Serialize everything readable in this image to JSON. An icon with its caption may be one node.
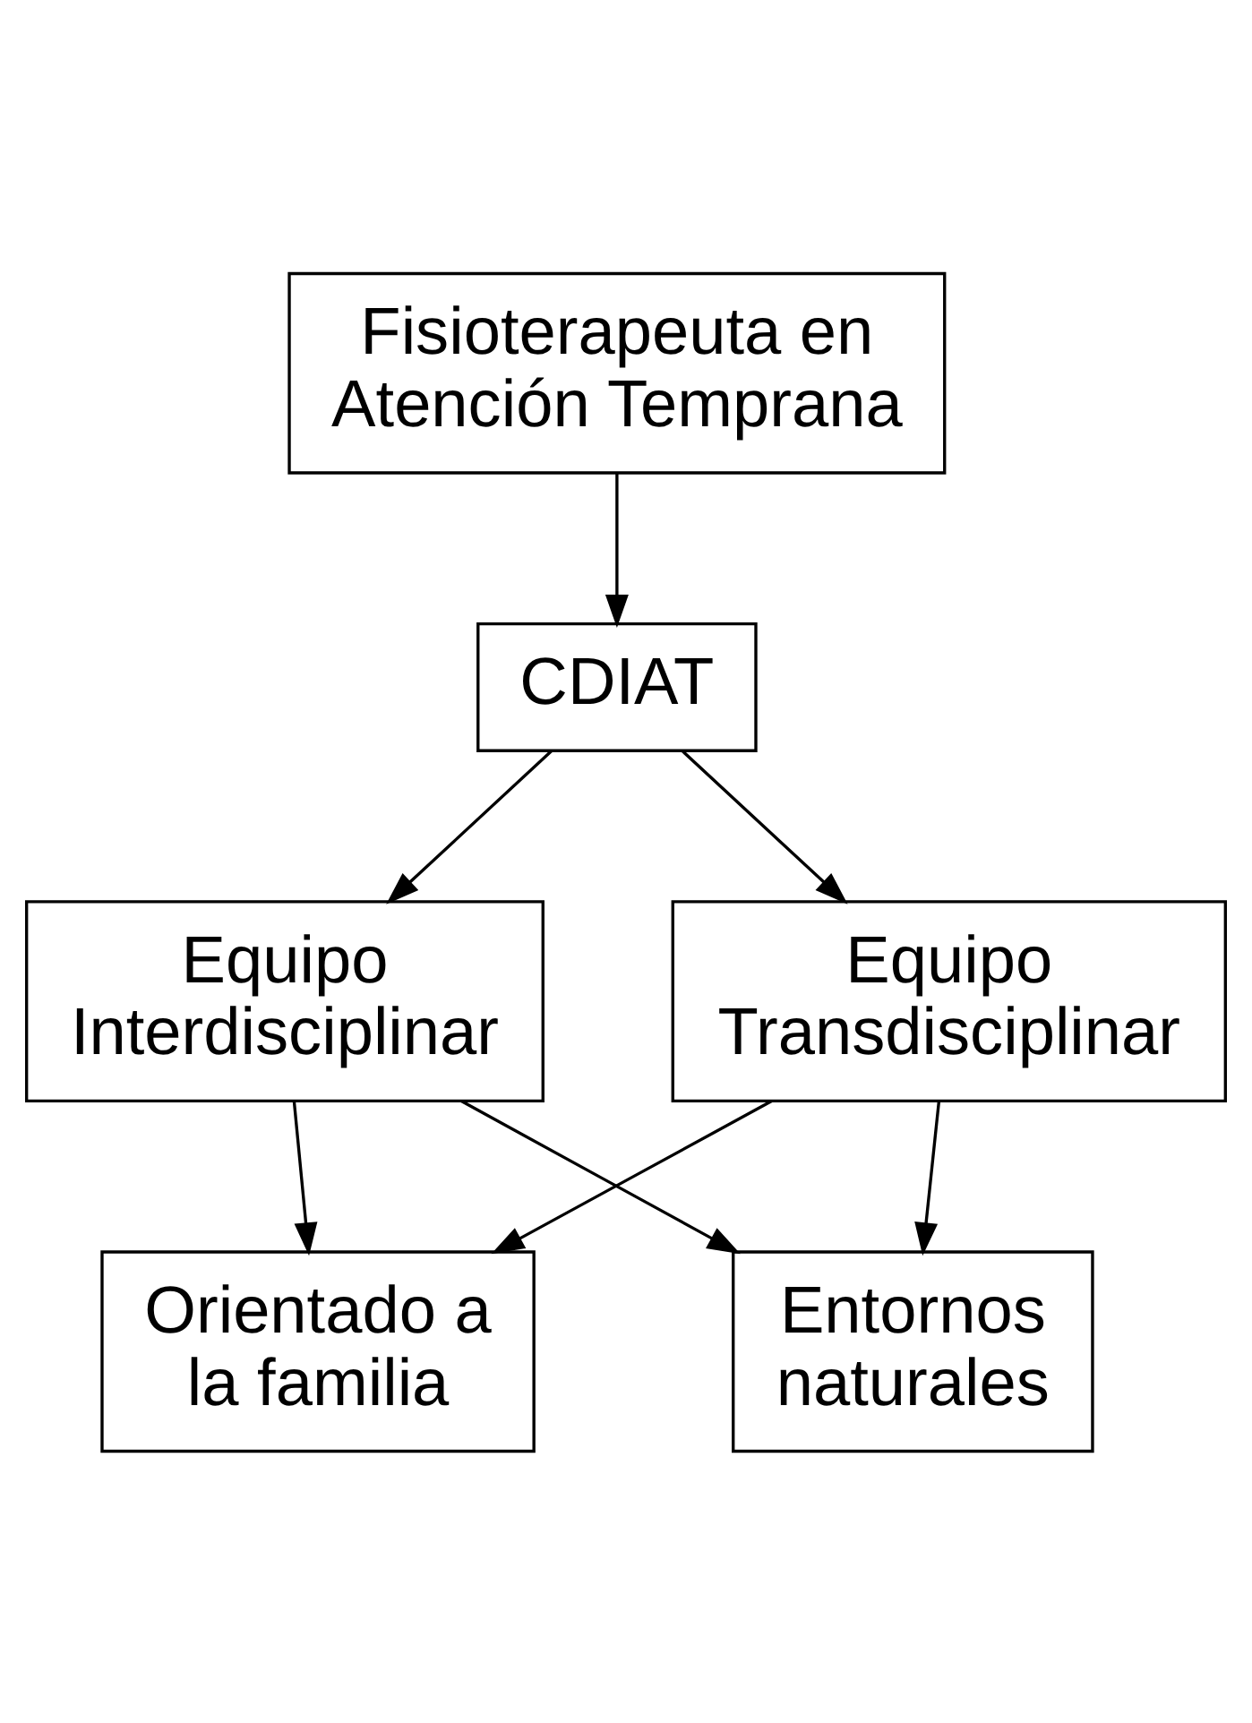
{
  "diagram": {
    "nodes": [
      {
        "text": [
          "Fisioterapeuta en Atención Temprana"
        ]
      },
      {
        "text": [
          "CDIAT"
        ]
      },
      {
        "text": [
          "Equipo Interdisciplinar"
        ]
      },
      {
        "text": [
          "Equipo Transdisciplinar"
        ]
      },
      {
        "text": [
          "Orientado a la familia"
        ]
      },
      {
        "text": [
          "Entornos naturales"
        ]
      }
    ],
    "edges": [
      {
        "from": 0,
        "to": 1,
        "arrow": "to"
      },
      {
        "from": 1,
        "to": 2,
        "arrow": "to"
      },
      {
        "from": 1,
        "to": 3,
        "arrow": "to"
      },
      {
        "from": 2,
        "to": 4,
        "arrow": "to"
      },
      {
        "from": 2,
        "to": 5,
        "arrow": "to"
      },
      {
        "from": 3,
        "to": 4,
        "arrow": "to"
      },
      {
        "from": 3,
        "to": 5,
        "arrow": "to"
      }
    ]
  }
}
